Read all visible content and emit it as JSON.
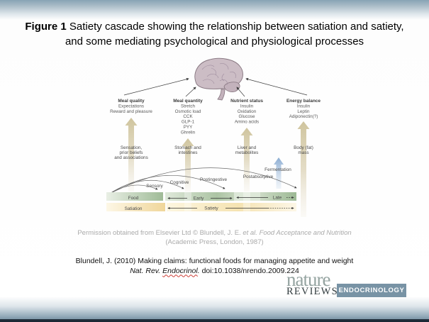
{
  "slide": {
    "title": {
      "prefix": "Figure 1",
      "rest": "Satiety cascade showing the relationship between satiation and satiety, and some mediating psychological and physiological processes"
    }
  },
  "diagram": {
    "columns": [
      {
        "header": "Meal quality",
        "mediators": [
          "Expectations",
          "Reward and pleasure"
        ],
        "source": [
          "Sensation,",
          "prior beliefs",
          "and associations"
        ]
      },
      {
        "header": "Meal quantity",
        "mediators": [
          "Stretch",
          "Osmotic load",
          "CCK",
          "GLP-1",
          "PYY",
          "Ghrelin"
        ],
        "source": [
          "Stomach and",
          "intestines"
        ]
      },
      {
        "header": "Nutrient status",
        "mediators": [
          "Insulin",
          "Oxidation",
          "Glucose",
          "Amino acids"
        ],
        "source": [
          "Liver and",
          "metabolites"
        ]
      },
      {
        "header": "Energy balance",
        "mediators": [
          "Insulin",
          "Leptin",
          "Adiponectin(?)"
        ],
        "source": [
          "Body (fat)",
          "mass"
        ]
      }
    ],
    "fermentation": "Fermentation",
    "phases": [
      "Sensory",
      "Cognitive",
      "Postingestive",
      "Postabsorptive"
    ],
    "timeline": {
      "food": "Food",
      "early": "Early",
      "late": "Late",
      "satiation": "Satiation",
      "satiety": "Satiety"
    },
    "colors": {
      "arrow_beige": "#d5cba8",
      "fermentation_blue": "#92b2d4",
      "bar_green_dark": "#9fbb97",
      "bar_green_light": "#e3ecdf",
      "bar_cream_dark": "#f2d99f",
      "bar_cream_light": "#fdf6e3",
      "brain_fill": "#ccbdc5",
      "brain_outline": "#84737d"
    }
  },
  "permission": {
    "line1_regular": "Permission obtained from Elsevier Ltd © Blundell, J. E.",
    "line1_italic": "et al. Food Acceptance and Nutrition",
    "line2": "(Academic Press, London, 1987)"
  },
  "citation": {
    "line1": "Blundell, J. (2010) Making claims: functional foods for managing appetite and weight",
    "journal_prefix": "Nat. Rev.",
    "journal_word": "Endocrinol",
    "journal_suffix": ".",
    "doi": "doi:10.1038/nrendo.2009.224"
  },
  "logo": {
    "nature": "nature",
    "reviews": "REVIEWS",
    "journal": "ENDOCRINOLOGY",
    "accent_color": "#7893a5"
  }
}
